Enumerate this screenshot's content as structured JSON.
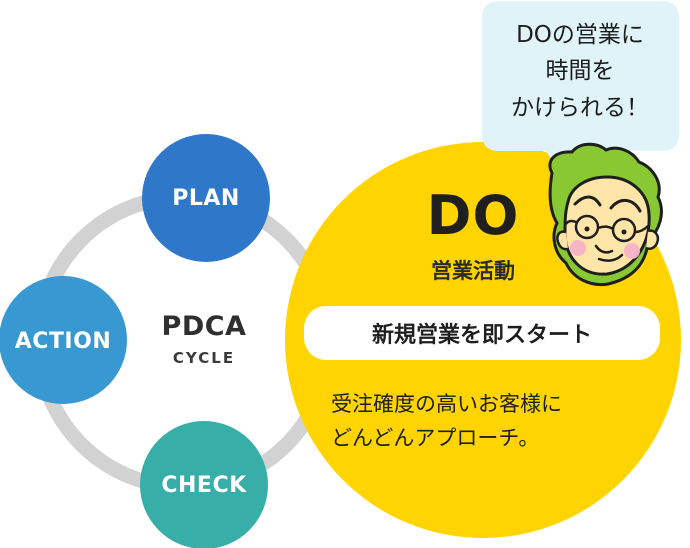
{
  "diagram": {
    "center": {
      "title": "PDCA",
      "subtitle": "CYCLE"
    },
    "nodes": {
      "plan": "PLAN",
      "do": "DO",
      "check": "CHECK",
      "action": "ACTION"
    },
    "do_panel": {
      "title": "DO",
      "subtitle": "営業活動",
      "pill": "新規営業を即スタート",
      "desc_lines": [
        "受注確度の高いお客様に",
        "どんどんアプローチ。"
      ]
    },
    "speech": {
      "lines": [
        "DOの営業に",
        "時間を",
        "かけられる！"
      ]
    },
    "icons": {
      "character": "character-face-icon"
    },
    "colors": {
      "ring": "#d2d2d2",
      "plan": "#2f78c9",
      "action": "#3798d2",
      "check": "#37aea7",
      "do": "#ffd400",
      "bubble": "#dff3f8",
      "text": "#202020",
      "white": "#ffffff",
      "hair": "#88c933",
      "skin": "#ffe6a8",
      "blush": "#f7b2c8"
    }
  }
}
